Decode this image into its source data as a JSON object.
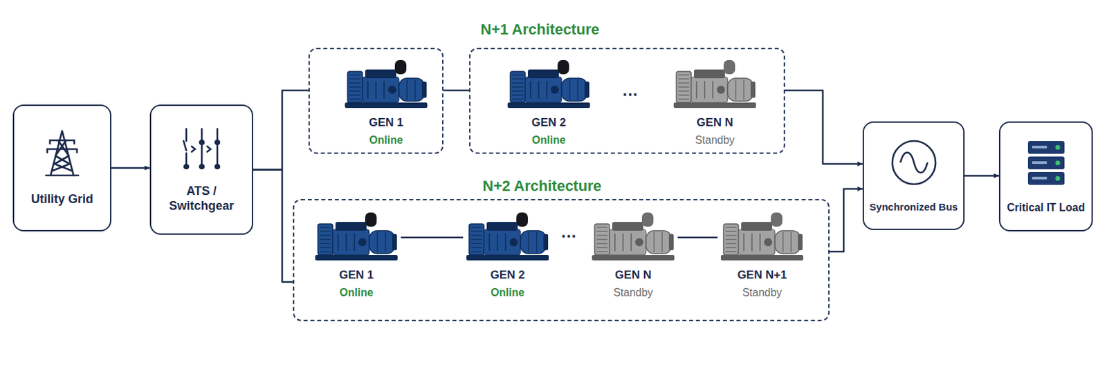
{
  "diagram": {
    "nodes": [
      {
        "text": [
          "Utility Grid"
        ]
      },
      {
        "text": [
          "ATS / Switchgear"
        ]
      },
      {
        "text": []
      },
      {
        "text": [
          "GEN 1",
          "Online"
        ],
        "in": 2
      },
      {
        "text": []
      },
      {
        "text": [
          "GEN 2",
          "Online"
        ],
        "in": 4
      },
      {
        "text": [
          "GEN N",
          "Standby"
        ],
        "in": 4
      },
      {
        "text": []
      },
      {
        "text": [
          "GEN 1",
          "Online"
        ],
        "in": 7
      },
      {
        "text": [
          "GEN 2",
          "Online"
        ],
        "in": 7
      },
      {
        "text": [
          "GEN N",
          "Standby"
        ],
        "in": 7
      },
      {
        "text": [
          "GEN N+1",
          "Standby"
        ],
        "in": 7
      },
      {
        "text": [
          "Synchronized Bus"
        ]
      },
      {
        "text": [
          "Critical IT Load"
        ]
      }
    ],
    "edges": [
      {
        "from": 0,
        "to": 1,
        "arrow": "to"
      },
      {
        "from": 1,
        "to": 2,
        "arrow": "none"
      },
      {
        "from": 1,
        "to": 7,
        "arrow": "none"
      },
      {
        "from": 2,
        "to": 4,
        "arrow": "none"
      },
      {
        "from": 8,
        "to": 9,
        "arrow": "none"
      },
      {
        "from": 10,
        "to": 11,
        "arrow": "none"
      },
      {
        "from": 4,
        "to": 12,
        "arrow": "to"
      },
      {
        "from": 7,
        "to": 12,
        "arrow": "to"
      },
      {
        "from": 12,
        "to": 13,
        "arrow": "to"
      }
    ],
    "labels": [
      "N+1 Architecture",
      "...",
      "N+2 Architecture",
      "..."
    ]
  }
}
